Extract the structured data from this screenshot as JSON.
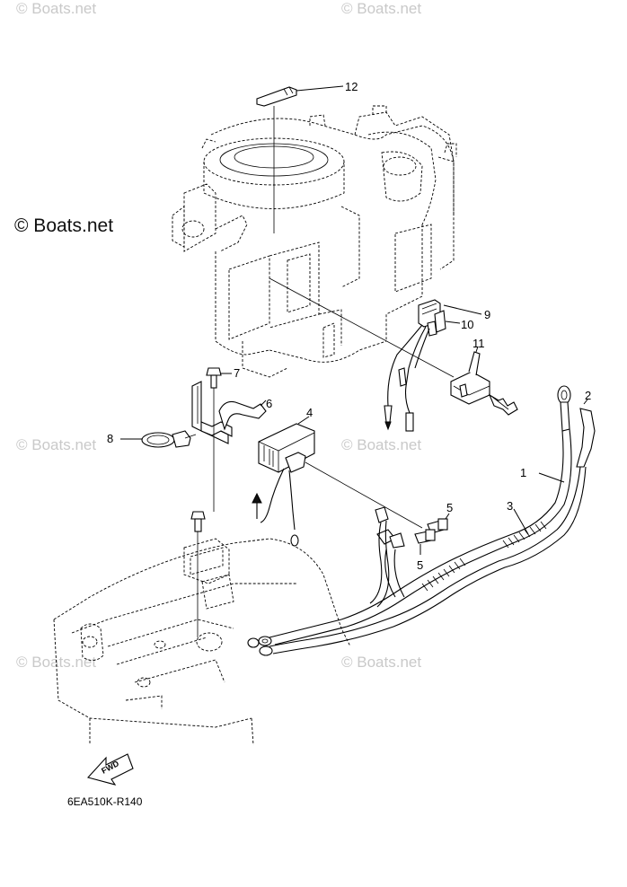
{
  "watermark": {
    "text": "© Boats.net",
    "brand_text": "© Boats.net"
  },
  "diagram_code": "6EA510K-R140",
  "fwd_label": "FWD",
  "callouts": [
    "1",
    "2",
    "3",
    "4",
    "5",
    "5",
    "6",
    "7",
    "8",
    "9",
    "10",
    "11",
    "12"
  ],
  "colors": {
    "line": "#000000",
    "watermark": "#c9c9c9",
    "background": "#ffffff"
  }
}
